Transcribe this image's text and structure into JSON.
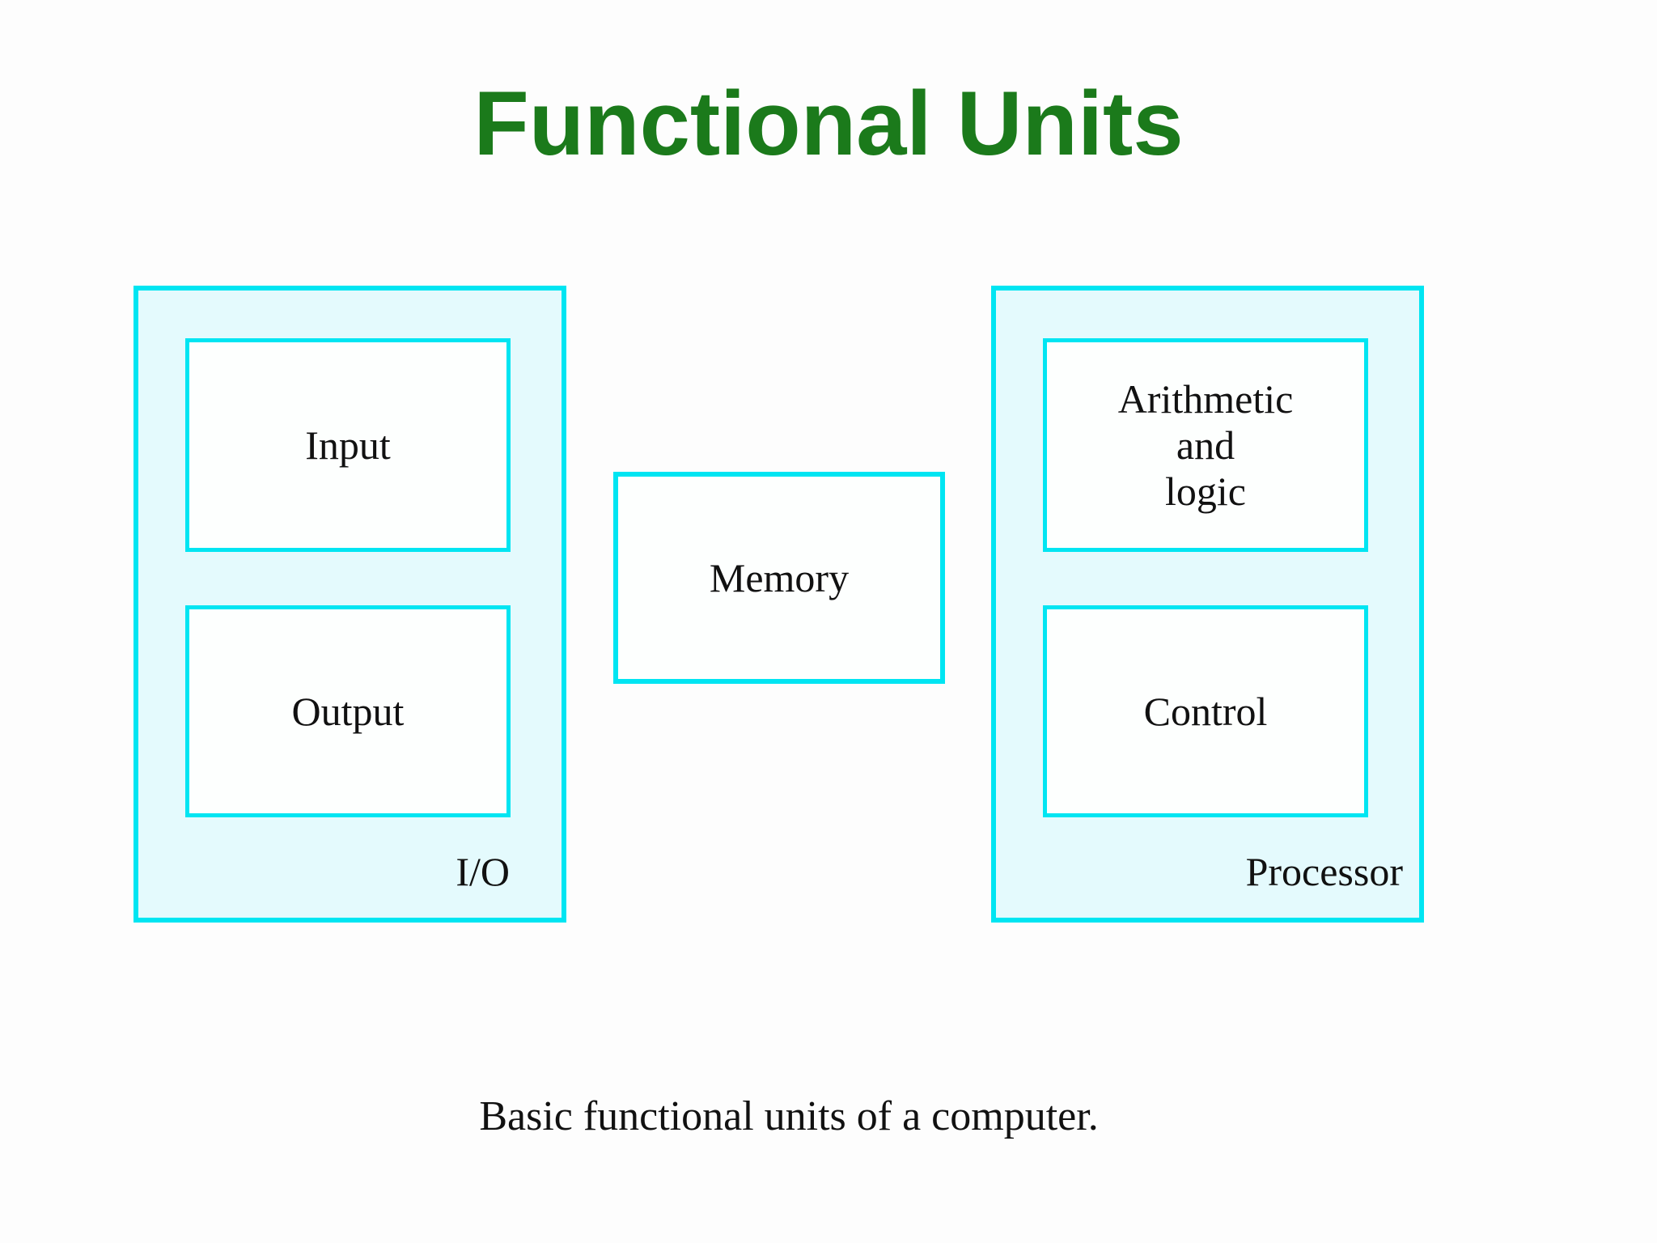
{
  "title": "Functional Units",
  "caption": "Basic functional units of a computer.",
  "colors": {
    "title_green": "#1b7a1b",
    "cyan_border": "#00e5f2",
    "unit_fill": "#e4fafd",
    "inner_box_fill": "#fdfffe",
    "text": "#111111",
    "background": "#fdfdfd"
  },
  "diagram": {
    "io_unit": {
      "label": "I/O",
      "boxes": [
        {
          "label": "Input"
        },
        {
          "label": "Output"
        }
      ]
    },
    "memory": {
      "label": "Memory"
    },
    "processor_unit": {
      "label": "Processor",
      "boxes": [
        {
          "label": "Arithmetic\nand\nlogic"
        },
        {
          "label": "Control"
        }
      ]
    }
  }
}
